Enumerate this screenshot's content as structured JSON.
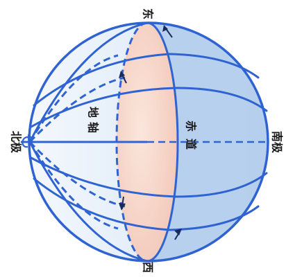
{
  "labels": {
    "north_pole": "北极",
    "south_pole": "南极",
    "east": "东",
    "west": "西",
    "earth_axis": "地轴",
    "equator": "赤道"
  },
  "colors": {
    "outline": "#2f63d2",
    "sphere_light": "#ecf3fb",
    "sphere_back": "#aec8ea",
    "equator_fill": "#f7d3c6",
    "arrow": "#1b2a5c"
  }
}
